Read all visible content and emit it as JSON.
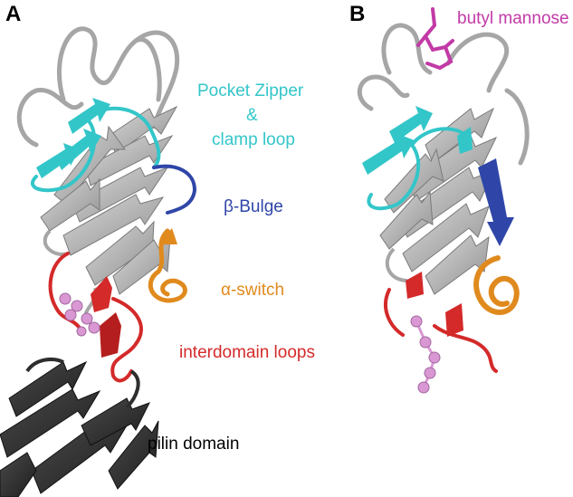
{
  "panels": [
    {
      "letter": "A",
      "labels": {
        "pocket_zipper_line1": "Pocket Zipper",
        "pocket_zipper_line2": "&",
        "pocket_zipper_line3": "clamp loop",
        "beta_bulge": "β-Bulge",
        "alpha_switch": "α-switch",
        "interdomain_loops": "interdomain loops",
        "pilin_domain": "pilin domain"
      }
    },
    {
      "letter": "B",
      "labels": {
        "butyl_mannose": "butyl mannose"
      }
    }
  ],
  "colors": {
    "pocket_zipper": "#33c6c9",
    "beta_bulge": "#2f46a8",
    "alpha_switch": "#e08a1e",
    "interdomain_loops": "#d42a2a",
    "butyl_mannose": "#c23aa6",
    "pilin_domain": "#2e2e2e",
    "protein_body": "#b8b8b8",
    "glycan_spheres": "#d998d4"
  }
}
